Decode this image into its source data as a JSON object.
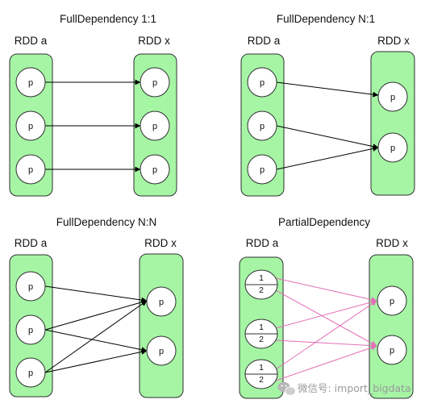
{
  "panels": [
    {
      "title": "FullDependency 1:1",
      "left_label": "RDD a",
      "right_label": "RDD x"
    },
    {
      "title": "FullDependency N:1",
      "left_label": "RDD a",
      "right_label": "RDD x"
    },
    {
      "title": "FullDependency N:N",
      "left_label": "RDD a",
      "right_label": "RDD x"
    },
    {
      "title": "PartialDependency",
      "left_label": "RDD a",
      "right_label": "RDD x"
    }
  ],
  "partition_label": "p",
  "fraction": {
    "top": "1",
    "bottom": "2"
  },
  "watermark": "微信号: import_bigdata",
  "colors": {
    "rdd_fill": "#a5f5a5",
    "rdd_stroke": "#2f2f2f",
    "arrow_black": "#000000",
    "arrow_pink": "#e36fb8"
  },
  "icons": {
    "watermark": "wechat-icon"
  }
}
